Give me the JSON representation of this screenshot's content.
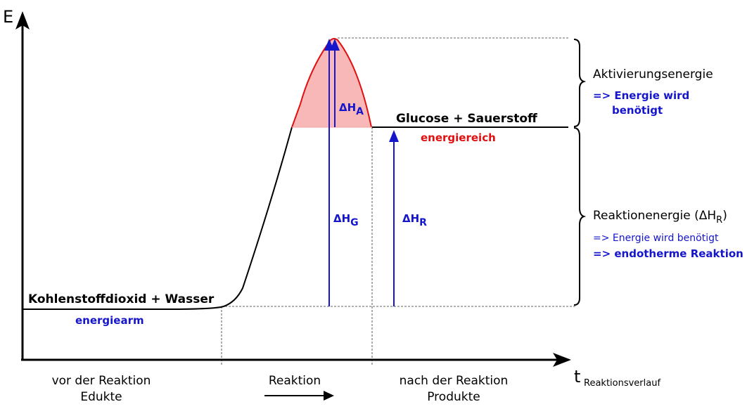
{
  "axes": {
    "y_label": "E",
    "x_label": "t",
    "x_sub": "Reaktionsverlauf"
  },
  "states": {
    "reactants": {
      "name": "Kohlenstoffdioxid + Wasser",
      "tag": "energiearm"
    },
    "products": {
      "name": "Glucose + Sauerstoff",
      "tag": "energiereich"
    }
  },
  "deltas": {
    "activation": {
      "symbol": "ΔH",
      "sub": "A"
    },
    "total": {
      "symbol": "ΔH",
      "sub": "G"
    },
    "reaction": {
      "symbol": "ΔH",
      "sub": "R"
    }
  },
  "annotations": {
    "activation": {
      "title": "Aktivierungsenergie",
      "line1": "=> Energie wird",
      "line2": "benötigt"
    },
    "reaction": {
      "title_prefix": "Reaktionenergie (ΔH",
      "title_sub": "R",
      "title_suffix": ")",
      "line1": "=> Energie wird benötigt",
      "line2": "=> endotherme Reaktion"
    }
  },
  "phases": {
    "before": {
      "line1": "vor der Reaktion",
      "line2": "Edukte"
    },
    "during": {
      "line1": "Reaktion"
    },
    "after": {
      "line1": "nach der Reaktion",
      "line2": "Produkte"
    }
  },
  "colors": {
    "arrow_blue": "#1515cc",
    "curve_red": "#e01010",
    "fill_pink": "#f8b8b8"
  }
}
